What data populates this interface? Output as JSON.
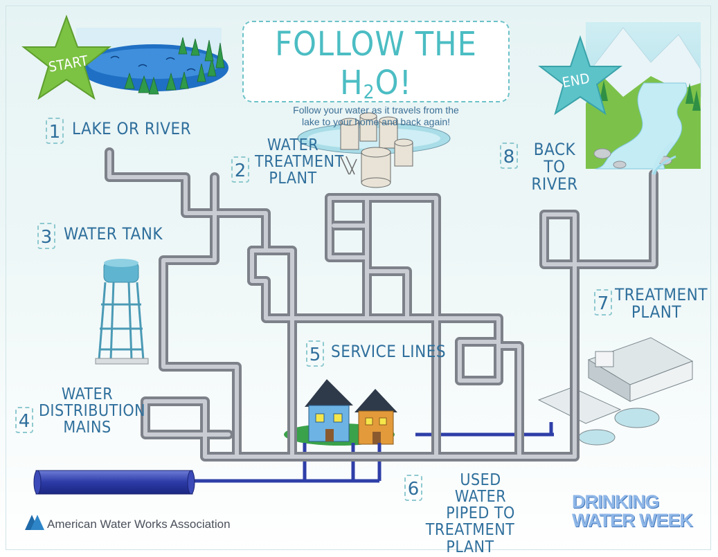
{
  "title": {
    "main": "FOLLOW THE H",
    "subscript": "2",
    "suffix": "O!",
    "subtitle_line1": "Follow your water as it travels from the",
    "subtitle_line2": "lake to your home and back again!"
  },
  "start_label": "START",
  "end_label": "END",
  "steps": [
    {
      "num": "1",
      "line1": "Lake or River"
    },
    {
      "num": "2",
      "line1": "Water",
      "line2": "Treatment",
      "line3": "Plant"
    },
    {
      "num": "3",
      "line1": "Water Tank"
    },
    {
      "num": "4",
      "line1": "Water",
      "line2": "Distribution",
      "line3": "Mains"
    },
    {
      "num": "5",
      "line1": "Service Lines"
    },
    {
      "num": "6",
      "line1": "Used Water",
      "line2": "Piped to",
      "line3": "Treatment Plant"
    },
    {
      "num": "7",
      "line1": "Treatment",
      "line2": "Plant"
    },
    {
      "num": "8",
      "line1": "Back to",
      "line2": "River"
    }
  ],
  "footer": {
    "organization": "American Water Works Association",
    "event_line1": "DRINKING",
    "event_line2": "WATER WEEK"
  },
  "colors": {
    "title": "#4bbdc3",
    "label": "#2f6f9c",
    "pipe": "#8f939c",
    "pipe_highlight": "#d5d8de",
    "sewer_pipe": "#2e3ea8",
    "start_star": "#7cc243",
    "end_star": "#5cc3c9"
  },
  "icons": [
    "lake-icon",
    "treatment-plant-icon",
    "water-tank-icon",
    "houses-icon",
    "wastewater-plant-icon",
    "river-icon",
    "water-main-cylinder-icon",
    "awwa-logo-icon"
  ]
}
